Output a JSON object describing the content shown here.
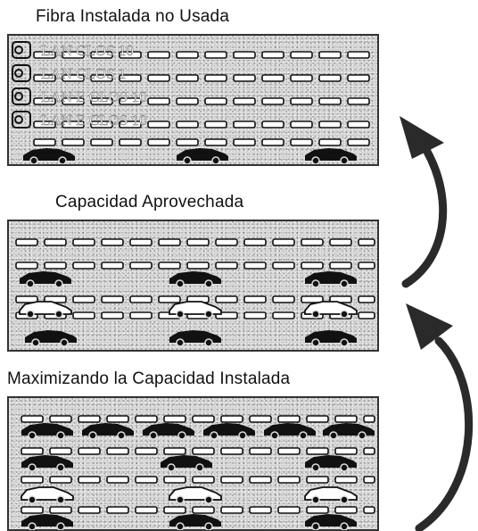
{
  "panels": [
    {
      "title": "Fibra Instalada no Usada",
      "lanes": [
        {
          "label": "LAN CLOS 10"
        },
        {
          "label": "LAN CLOS 1"
        },
        {
          "label": "LAN E CLOS 10"
        },
        {
          "label": "LAN E CLOS 10"
        }
      ]
    },
    {
      "title": "Capacidad Aprovechada"
    },
    {
      "title": "Maximizando la Capacidad Instalada"
    }
  ],
  "colors": {
    "car": "#111111",
    "dash": "#ffffff",
    "arrow": "#2a2a2a"
  }
}
